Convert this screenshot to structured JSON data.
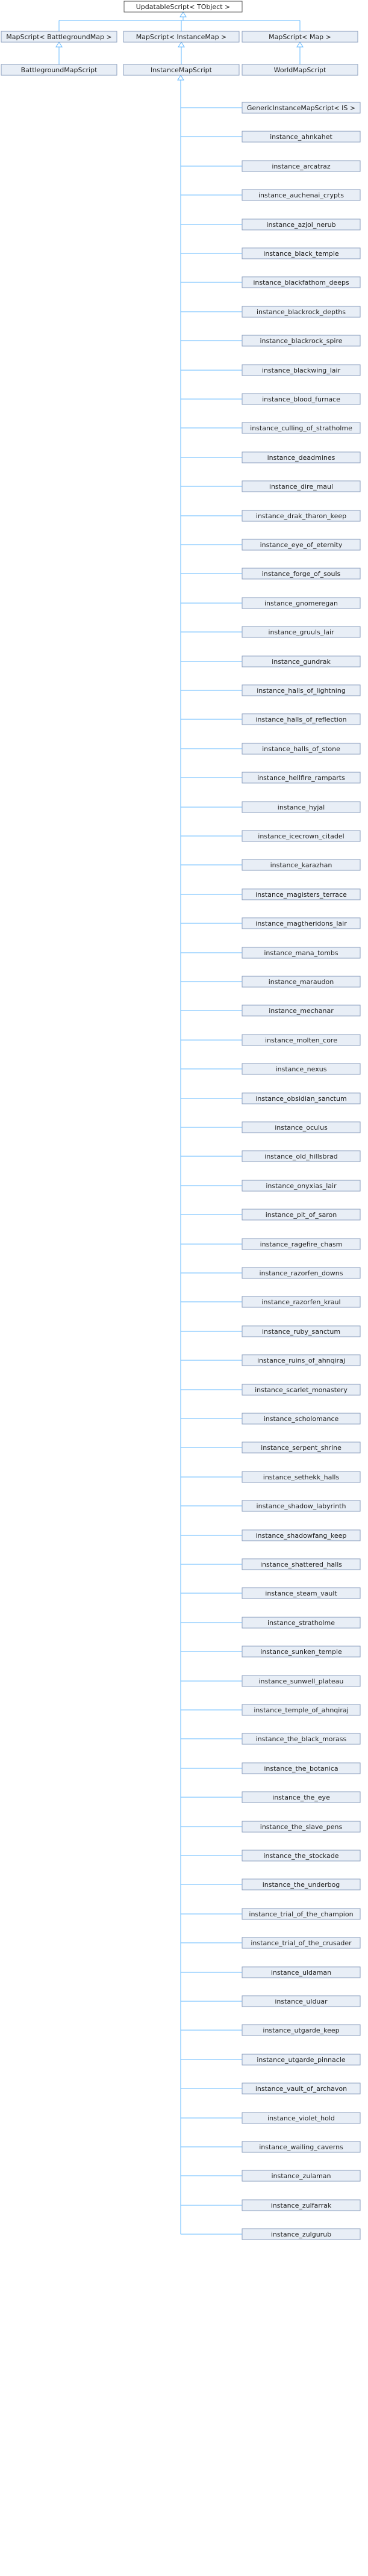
{
  "root": "UpdatableScript< TObject >",
  "templates": [
    "MapScript< BattlegroundMap >",
    "MapScript< InstanceMap >",
    "MapScript< Map >"
  ],
  "second_level": {
    "battleground": "BattlegroundMapScript",
    "instance": "InstanceMapScript",
    "world": "WorldMapScript"
  },
  "instance_children": [
    "GenericInstanceMapScript< IS >",
    "instance_ahnkahet",
    "instance_arcatraz",
    "instance_auchenai_crypts",
    "instance_azjol_nerub",
    "instance_black_temple",
    "instance_blackfathom_deeps",
    "instance_blackrock_depths",
    "instance_blackrock_spire",
    "instance_blackwing_lair",
    "instance_blood_furnace",
    "instance_culling_of_stratholme",
    "instance_deadmines",
    "instance_dire_maul",
    "instance_drak_tharon_keep",
    "instance_eye_of_eternity",
    "instance_forge_of_souls",
    "instance_gnomeregan",
    "instance_gruuls_lair",
    "instance_gundrak",
    "instance_halls_of_lightning",
    "instance_halls_of_reflection",
    "instance_halls_of_stone",
    "instance_hellfire_ramparts",
    "instance_hyjal",
    "instance_icecrown_citadel",
    "instance_karazhan",
    "instance_magisters_terrace",
    "instance_magtheridons_lair",
    "instance_mana_tombs",
    "instance_maraudon",
    "instance_mechanar",
    "instance_molten_core",
    "instance_nexus",
    "instance_obsidian_sanctum",
    "instance_oculus",
    "instance_old_hillsbrad",
    "instance_onyxias_lair",
    "instance_pit_of_saron",
    "instance_ragefire_chasm",
    "instance_razorfen_downs",
    "instance_razorfen_kraul",
    "instance_ruby_sanctum",
    "instance_ruins_of_ahnqiraj",
    "instance_scarlet_monastery",
    "instance_scholomance",
    "instance_serpent_shrine",
    "instance_sethekk_halls",
    "instance_shadow_labyrinth",
    "instance_shadowfang_keep",
    "instance_shattered_halls",
    "instance_steam_vault",
    "instance_stratholme",
    "instance_sunken_temple",
    "instance_sunwell_plateau",
    "instance_temple_of_ahnqiraj",
    "instance_the_black_morass",
    "instance_the_botanica",
    "instance_the_eye",
    "instance_the_slave_pens",
    "instance_the_stockade",
    "instance_the_underbog",
    "instance_trial_of_the_champion",
    "instance_trial_of_the_crusader",
    "instance_uldaman",
    "instance_ulduar",
    "instance_utgarde_keep",
    "instance_utgarde_pinnacle",
    "instance_vault_of_archavon",
    "instance_violet_hold",
    "instance_wailing_caverns",
    "instance_zulaman",
    "instance_zulfarrak",
    "instance_zulgurub"
  ],
  "colors": {
    "node_fill": "#e8eef6",
    "node_border": "#8a9dbd",
    "edge": "#63b8ff"
  }
}
